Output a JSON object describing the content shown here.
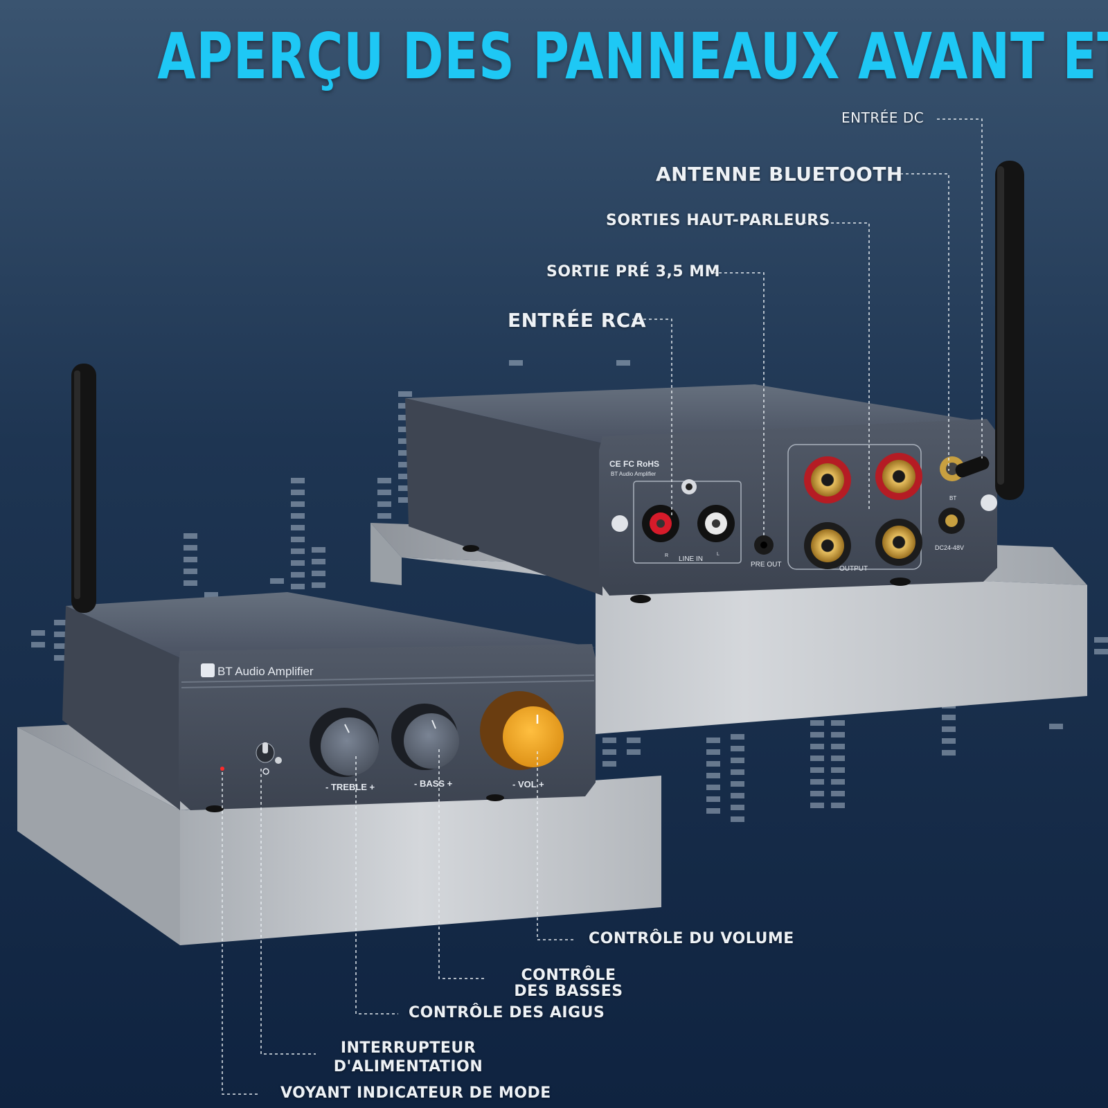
{
  "title": "APERÇU DES PANNEAUX AVANT ET ARRIÈRE",
  "back_labels": {
    "dc_input": "ENTRÉE DC",
    "bt_antenna": "ANTENNE BLUETOOTH",
    "speaker_outputs": "SORTIES HAUT-PARLEURS",
    "pre_out": "SORTIE PRÉ 3,5 MM",
    "rca_input": "ENTRÉE RCA"
  },
  "front_labels": {
    "volume": "CONTRÔLE DU VOLUME",
    "bass": "CONTRÔLE DES BASSES",
    "treble": "CONTRÔLE DES AIGUS",
    "power": "INTERRUPTEUR D'ALIMENTATION",
    "mode_led": "VOYANT INDICATEUR DE MODE"
  },
  "device": {
    "brand": "BT Audio Amplifier",
    "certs": "CE FC RoHS",
    "treble": "- TREBLE +",
    "bass": "- BASS +",
    "vol": "- VOL +",
    "line_in": "LINE IN",
    "r": "R",
    "l": "L",
    "pre_out": "PRE OUT",
    "output": "OUTPUT",
    "bt": "BT",
    "dc": "DC24-48V"
  },
  "colors": {
    "title": "#1ec8f5",
    "label": "#eef2f6",
    "volume_knob": "#f0a020",
    "chassis": "#4a5262"
  }
}
